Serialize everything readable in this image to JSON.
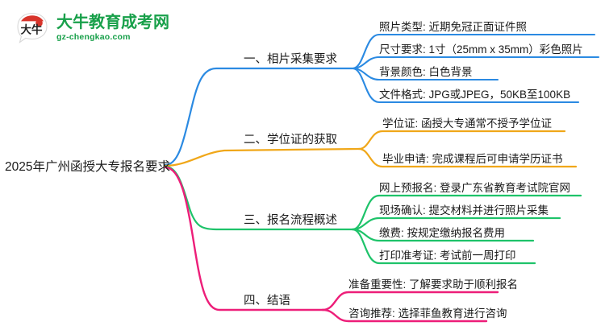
{
  "logo": {
    "mark_name": "daniu-ox-logo",
    "cn_name": "大牛教育成考网",
    "domain": "gz-chengkao.com",
    "color": "#18a04a"
  },
  "mindmap": {
    "root": "2025年广州函授大专报名要求",
    "branches": [
      {
        "label": "一、相片采集要求",
        "color": "#2b8ae2",
        "children": [
          "照片类型: 近期免冠正面证件照",
          "尺寸要求: 1寸（25mm x 35mm）彩色照片",
          "背景颜色: 白色背景",
          "文件格式: JPG或JPEG，50KB至100KB"
        ]
      },
      {
        "label": "二、学位证的获取",
        "color": "#f0a719",
        "children": [
          "学位证: 函授大专通常不授予学位证",
          "毕业申请: 完成课程后可申请学历证书"
        ]
      },
      {
        "label": "三、报名流程概述",
        "color": "#1ec36a",
        "children": [
          "网上预报名: 登录广东省教育考试院官网",
          "现场确认: 提交材料并进行照片采集",
          "缴费: 按规定缴纳报名费用",
          "打印准考证: 考试前一周打印"
        ]
      },
      {
        "label": "四、结语",
        "color": "#ed1e79",
        "children": [
          "准备重要性: 了解要求助于顺利报名",
          "咨询推荐: 选择菲鱼教育进行咨询"
        ]
      }
    ]
  }
}
